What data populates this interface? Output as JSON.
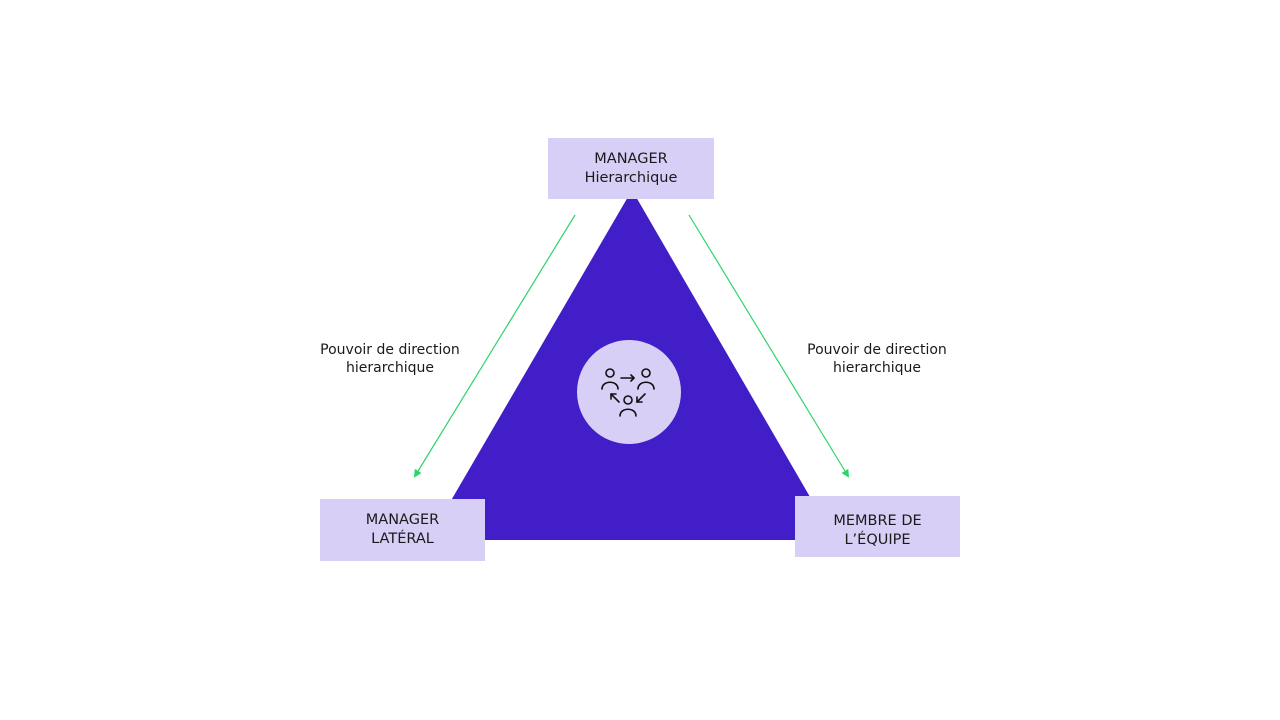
{
  "nodes": {
    "top": {
      "line1": "MANAGER",
      "line2": "Hierarchique"
    },
    "left": {
      "line1": "MANAGER",
      "line2": "LATÉRAL"
    },
    "right": {
      "line1": "MEMBRE DE",
      "line2": "L’ÉQUIPE"
    }
  },
  "edges": {
    "left": {
      "line1": "Pouvoir de direction",
      "line2": "hierarchique"
    },
    "right": {
      "line1": "Pouvoir de direction",
      "line2": "hierarchique"
    }
  },
  "center_icon": "people-exchange-icon",
  "colors": {
    "triangle": "#421ec8",
    "node_fill": "#d8cff6",
    "circle_fill": "#d8cff6",
    "arrow": "#2ed46a",
    "text": "#1a1a1a"
  }
}
